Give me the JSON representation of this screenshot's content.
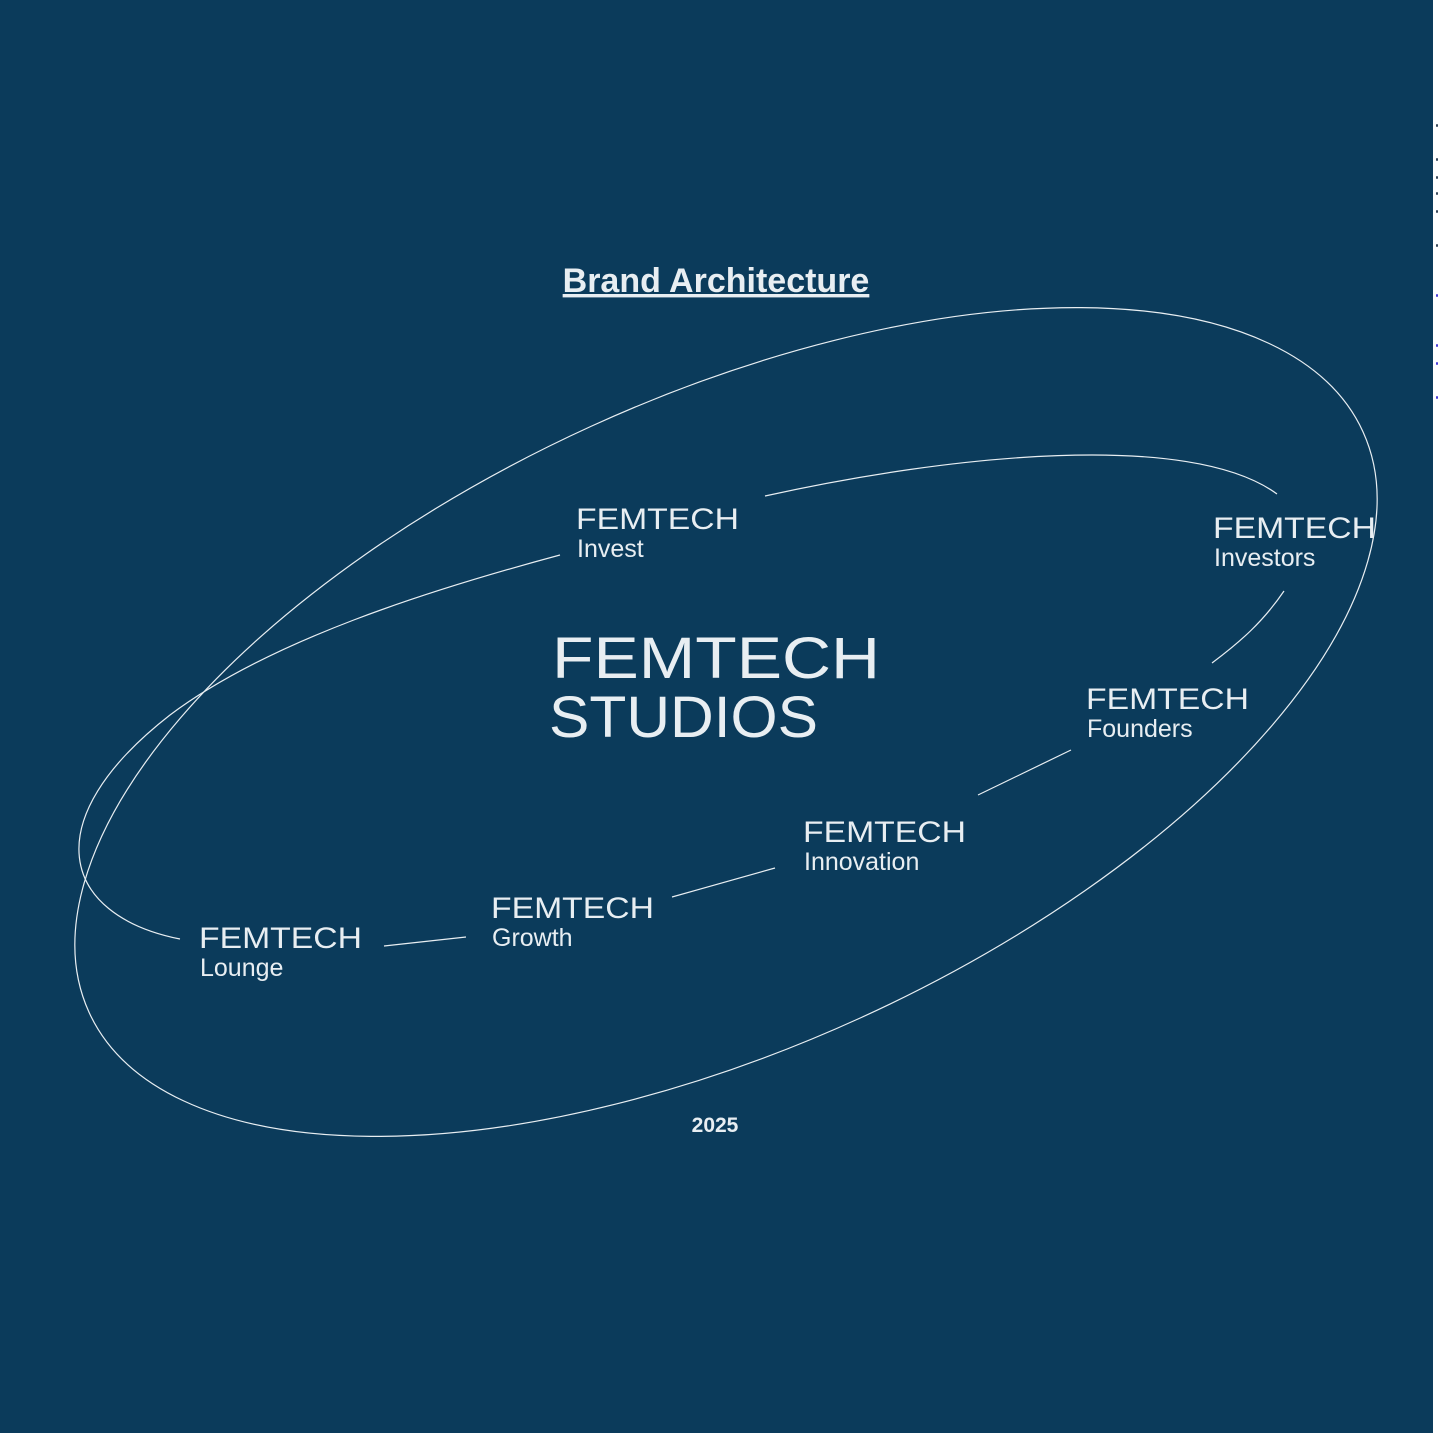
{
  "colors": {
    "background": "#0b3b5b",
    "ink": "#e8eef2",
    "rail_dark": "#3a4a5c",
    "rail_link": "#4b3fd6"
  },
  "title": "Brand Architecture",
  "center_logo": {
    "wordmark": "FEMTECH",
    "subline": "STUDIOS"
  },
  "footer_year": "2025",
  "sub_brands": [
    {
      "id": "invest",
      "wordmark": "FEMTECH",
      "name": "Invest"
    },
    {
      "id": "investors",
      "wordmark": "FEMTECH",
      "name": "Investors"
    },
    {
      "id": "founders",
      "wordmark": "FEMTECH",
      "name": "Founders"
    },
    {
      "id": "innovation",
      "wordmark": "FEMTECH",
      "name": "Innovation"
    },
    {
      "id": "growth",
      "wordmark": "FEMTECH",
      "name": "Growth"
    },
    {
      "id": "lounge",
      "wordmark": "FEMTECH",
      "name": "Lounge"
    }
  ]
}
